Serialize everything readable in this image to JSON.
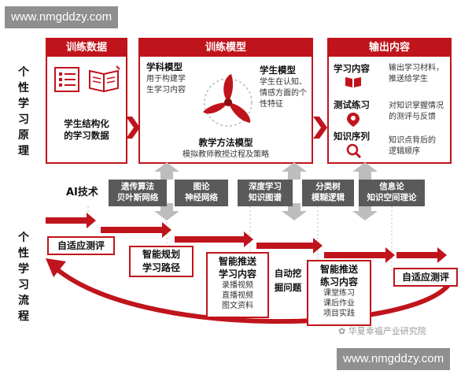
{
  "watermark": "www.nmgddzy.com",
  "side": {
    "top": [
      "个",
      "性",
      "学",
      "习",
      "原",
      "理"
    ],
    "bottom": [
      "个",
      "性",
      "学",
      "习",
      "流",
      "程"
    ]
  },
  "panels": {
    "data": {
      "title": "训练数据",
      "body": [
        "学生结构化",
        "的学习数据"
      ]
    },
    "model": {
      "title": "训练模型",
      "learn_title": "学科模型",
      "learn_desc": [
        "用于构建学",
        "生学习内容"
      ],
      "student_title": "学生模型",
      "student_desc": [
        "学生在认知、",
        "情感方面的个",
        "性特征"
      ],
      "method_title": "教学方法模型",
      "method_desc": "模拟教师教授过程及策略"
    },
    "output": {
      "title": "输出内容",
      "items": [
        {
          "label": "学习内容",
          "desc": [
            "输出学习材料，",
            "推送给学生"
          ]
        },
        {
          "label": "测试练习",
          "desc": [
            "对知识掌握情况",
            "的测评与反馈"
          ]
        },
        {
          "label": "知识序列",
          "desc": [
            "知识点背后的",
            "逻辑顺序"
          ]
        }
      ]
    }
  },
  "ai": {
    "label": "AI技术",
    "boxes": [
      [
        "遗传算法",
        "贝叶斯网络"
      ],
      [
        "图论",
        "神经网络"
      ],
      [
        "深度学习",
        "知识图谱"
      ],
      [
        "分类树",
        "模糊逻辑"
      ],
      [
        "信息论",
        "知识空间理论"
      ]
    ]
  },
  "flow": {
    "s1": "自适应测评",
    "s2": [
      "智能规划",
      "学习路径"
    ],
    "s3": {
      "title": [
        "智能推送",
        "学习内容"
      ],
      "items": [
        "录播视频",
        "直播视频",
        "图文资料"
      ]
    },
    "s4": [
      "自动挖",
      "掘问题"
    ],
    "s5": {
      "title": [
        "智能推送",
        "练习内容"
      ],
      "items": [
        "课堂练习",
        "课后作业",
        "项目实践"
      ]
    },
    "s6": "自适应测评"
  },
  "source": "华夏幸福产业研究院",
  "colors": {
    "accent": "#c0141c",
    "ai_box": "#5a5a5a",
    "watermark_bg": "#8f8f8f"
  }
}
